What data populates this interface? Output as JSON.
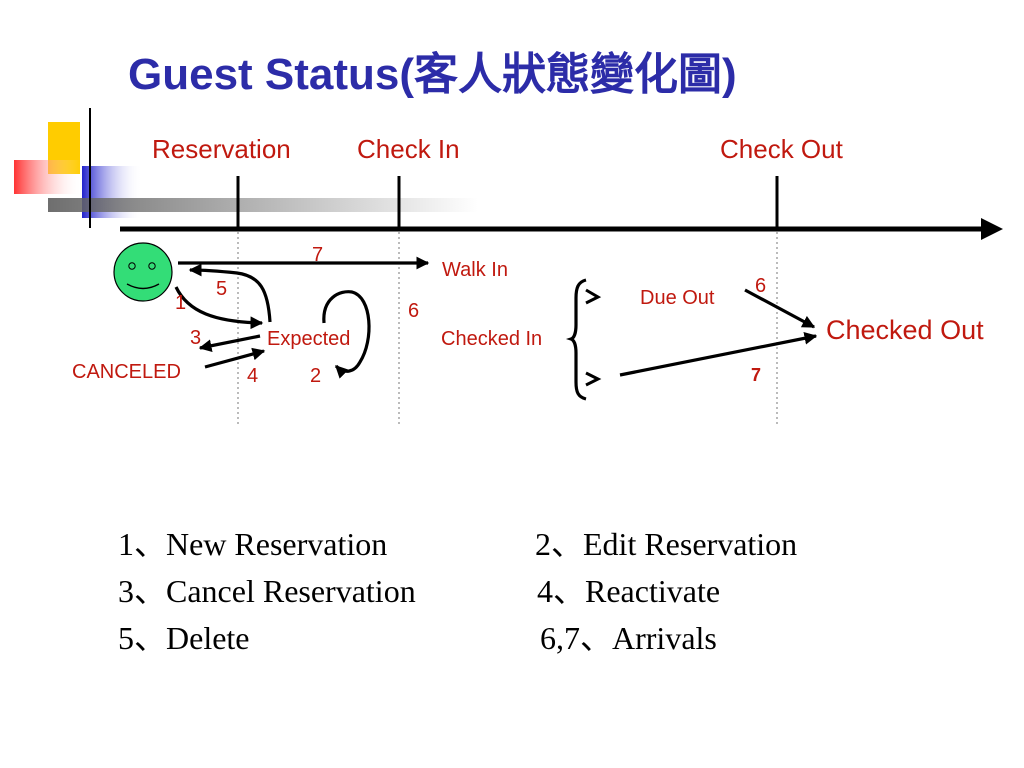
{
  "title": "Guest Status(客人狀態變化圖)",
  "colors": {
    "title": "#2c2ca8",
    "label": "#c0190f",
    "line": "#000000",
    "face": "#33dd77"
  },
  "timeline": {
    "milestones": [
      "Reservation",
      "Check In",
      "Check Out"
    ]
  },
  "states": {
    "walk_in": "Walk In",
    "expected": "Expected",
    "canceled": "CANCELED",
    "checked_in": "Checked In",
    "due_out": "Due Out",
    "checked_out": "Checked Out"
  },
  "arrow_numbers": {
    "walk_in": "7",
    "delete": "5",
    "new": "1",
    "cancel": "3",
    "reactivate": "4",
    "edit": "2",
    "arrival": "6",
    "due_out": "6",
    "checked_in_out": "7"
  },
  "legend": [
    "1、New Reservation",
    "2、Edit Reservation",
    "3、Cancel Reservation",
    "4、Reactivate",
    "5、Delete",
    "6,7、Arrivals"
  ],
  "icons": [
    "smiley-face-icon",
    "brace-icon"
  ]
}
